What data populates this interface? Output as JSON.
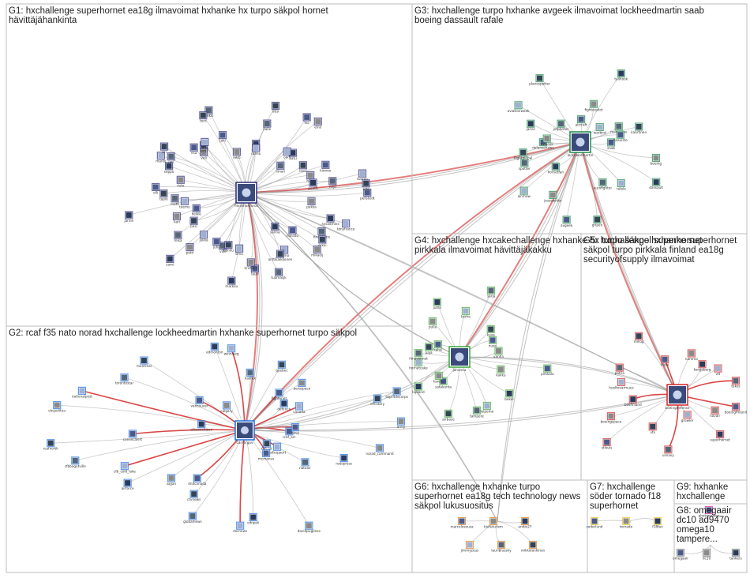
{
  "colors": {
    "G1": "#2a2a7a",
    "G2": "#1e6fe0",
    "G3": "#1a8a4a",
    "G4": "#3ca83a",
    "G5": "#d42626",
    "G6": "#e07a1e",
    "G7": "#e8c21e",
    "G8": "#7a7a7a",
    "G9": "#e0209a",
    "edge": "#9a9a9a",
    "edge_strong": "#d42626"
  },
  "groups": [
    {
      "id": "G1",
      "header": [
        "G1: hxchallenge superhornet ea18g ilmavoimat hxhanke hx turpo säkpol hornet",
        "hävittäjähankinta"
      ],
      "hub_label": "finnishairforce",
      "labels": [
        "pellstedt",
        "pekka",
        "sysadmins",
        "tonyfrance",
        "finairforce",
        "erkki",
        "niinisto",
        "mikaelj",
        "sanna",
        "jarmo",
        "tuomasjk",
        "anttikaikkonen",
        "lauri",
        "kristiina",
        "markku",
        "timo",
        "ville",
        "hannu",
        "juha",
        "petri",
        "sami",
        "jukka",
        "mika",
        "pasi",
        "heikki",
        "kari",
        "janne",
        "teemu",
        "matti",
        "tapio",
        "olli",
        "risto",
        "seppo",
        "marko",
        "jari",
        "ari",
        "esa",
        "veli",
        "antti",
        "jussi",
        "aleksi",
        "tero",
        "jani",
        "eero",
        "pertti",
        "raimo",
        "kalle",
        "otto",
        "leo",
        "eino",
        "aatu",
        "onni",
        "ilmari",
        "lassi",
        "kimmo",
        "harri",
        "pentti",
        "tuomo",
        "reijo",
        "arto"
      ]
    },
    {
      "id": "G2",
      "header": [
        "G2: rcaf f35 nato norad hxchallenge lockheedmartin hxhanke superhornet turpo säkpol"
      ],
      "hub_label": "canforgov",
      "labels": [
        "rcaf_arc",
        "norad_command",
        "natopress",
        "cafsupport",
        "natoair",
        "f35_jsf",
        "mcmanus",
        "davidpugliese",
        "cdnpoli",
        "cbcnews",
        "globalnews",
        "ctvnews",
        "dndcanada",
        "sajjan",
        "airforce",
        "cfb_cold_lake",
        "cfbbagotville",
        "rcafnorth",
        "cansecalert",
        "cbcpolitics",
        "ottawacitizen",
        "nationalpost",
        "torontostar",
        "montreal",
        "vancouver",
        "calgary",
        "edmonton",
        "winnipeg",
        "halifax",
        "quebec",
        "fighterjet",
        "aerospace",
        "defence",
        "canada",
        "espritdecorps",
        "cfhistory",
        "navy",
        "army"
      ]
    },
    {
      "id": "G3",
      "header": [
        "G3: hxchallenge turpo hxhanke avgeek ilmavoimat lockheedmartin saab",
        "boeing dassault rafale"
      ],
      "hub_label": "lockheedmartin",
      "labels": [
        "saab",
        "boeing",
        "dassault",
        "rafale",
        "eurofighter",
        "gripen",
        "avgeek",
        "jessewhite",
        "hornetfan",
        "airshow",
        "spotter",
        "flightglobal",
        "defensenews",
        "avweek",
        "janes",
        "aviationweek",
        "jetphotos",
        "planespotter",
        "aircraft",
        "fighterpilot",
        "tailhook",
        "warbird",
        "militaryav",
        "kaartinen",
        "haavisto"
      ]
    },
    {
      "id": "G4",
      "header": [
        "G4: hxchallenge hxcakechallenge hxhanke hx turpo säkpol superhornet",
        "pirkkala ilmavoimat hävittäjäkakku"
      ],
      "hub_label": "johanna",
      "labels": [
        "pirkkala",
        "kakku",
        "baker",
        "leipomo",
        "tampere",
        "airbase",
        "satakunta",
        "karelia",
        "lapland",
        "hornetcake",
        "ilmavoimat",
        "paja",
        "kahvi",
        "pulla",
        "juhla",
        "kerho",
        "sarja",
        "kuva",
        "nuori",
        "vanha"
      ]
    },
    {
      "id": "G5",
      "header": [
        "G5: hxchallenge hxhanke superhornet",
        "säkpol turpo pirkkala finland ea18g",
        "securityofsupply ilmavoimat"
      ],
      "hub_label": "boeingdefense",
      "labels": [
        "boeingfinland",
        "navair",
        "superhornet",
        "growler",
        "usnavy",
        "vfa",
        "stlouis",
        "boeingspace",
        "bdsfinland",
        "huoltovarmuus",
        "patria",
        "millog",
        "insta",
        "nammo",
        "kongsberg",
        "vtt",
        "tekes"
      ]
    },
    {
      "id": "G6",
      "header": [
        "G6: hxchallenge hxhanke turpo",
        "superhornet ea18g tech technology news",
        "säkpol lukusuositus"
      ],
      "hub_label": "",
      "labels": [
        "marcelosousa",
        "tivifuturism",
        "anttiz27",
        "jimmyzeus",
        "lauribluesky",
        "mikkolankinen"
      ]
    },
    {
      "id": "G7",
      "header": [
        "G7: hxchallenge",
        "söder tornado f18",
        "superhornet"
      ],
      "hub_label": "",
      "labels": [
        "soderlund",
        "tornado",
        "f18fan"
      ]
    },
    {
      "id": "G8",
      "header": [
        "G8: omegaair",
        "dc10 ad9470",
        "omega10",
        "tampere..."
      ],
      "hub_label": "",
      "labels": [
        "omegaair",
        "dc10",
        "tankers"
      ]
    },
    {
      "id": "G9",
      "header": [
        "G9: hxhanke",
        "hxchallenge"
      ],
      "hub_label": "",
      "labels": [
        "photoreuben"
      ]
    }
  ]
}
